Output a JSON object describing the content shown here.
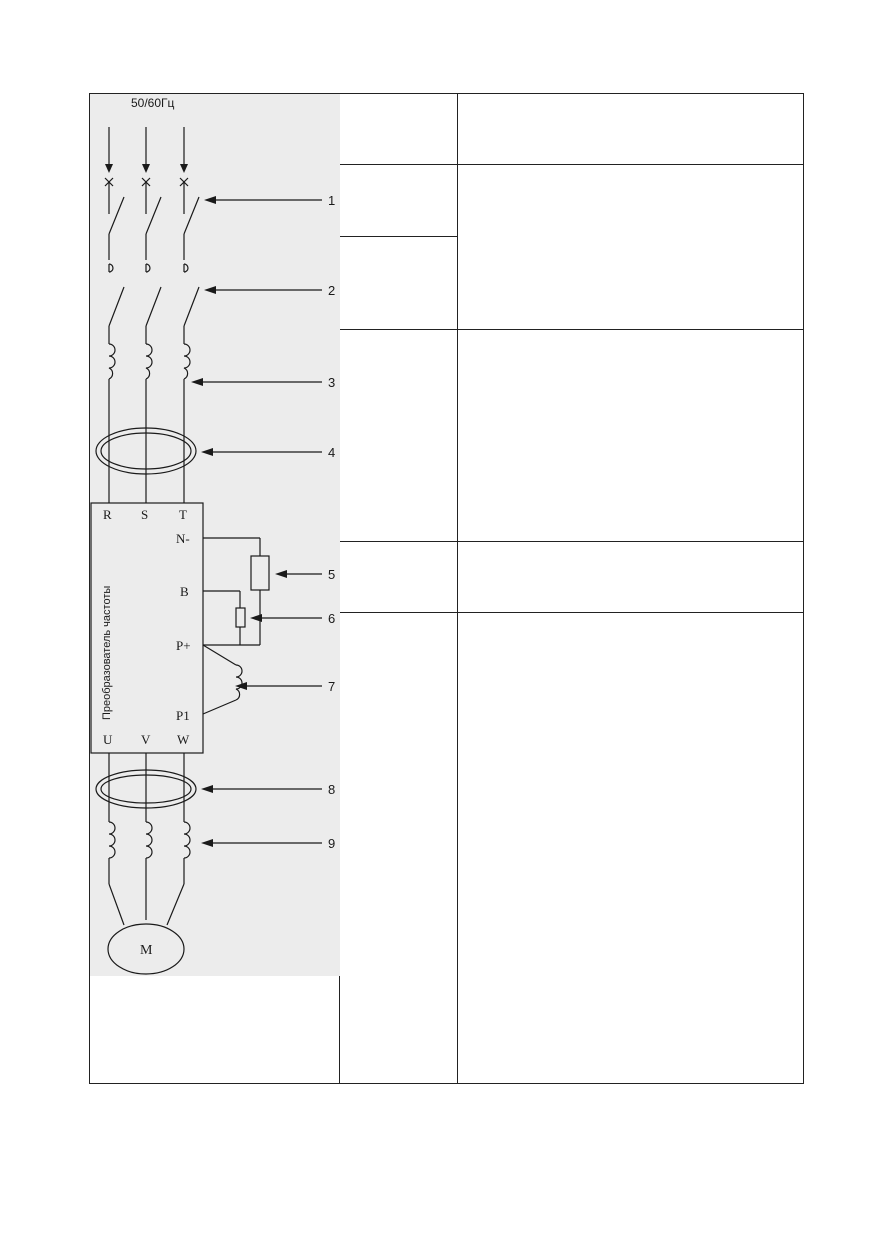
{
  "supply": {
    "label": "50/60Гц"
  },
  "inverter": {
    "title": "Преобразователь частоты",
    "input_terminals": [
      "R",
      "S",
      "T"
    ],
    "output_terminals": [
      "U",
      "V",
      "W"
    ],
    "dc_terminals": [
      "N-",
      "B",
      "P+",
      "P1"
    ]
  },
  "motor": {
    "label": "M"
  },
  "callouts": [
    "1",
    "2",
    "3",
    "4",
    "5",
    "6",
    "7",
    "8",
    "9"
  ],
  "table": {
    "rows": [
      {
        "name": "",
        "description": ""
      },
      {
        "name": "",
        "description": ""
      },
      {
        "name": "",
        "description": ""
      },
      {
        "name": "",
        "description": ""
      },
      {
        "name": "",
        "description": ""
      },
      {
        "name": "",
        "description": ""
      }
    ]
  },
  "colors": {
    "line": "#1a1a1a",
    "diagram_background": "#ececec"
  }
}
